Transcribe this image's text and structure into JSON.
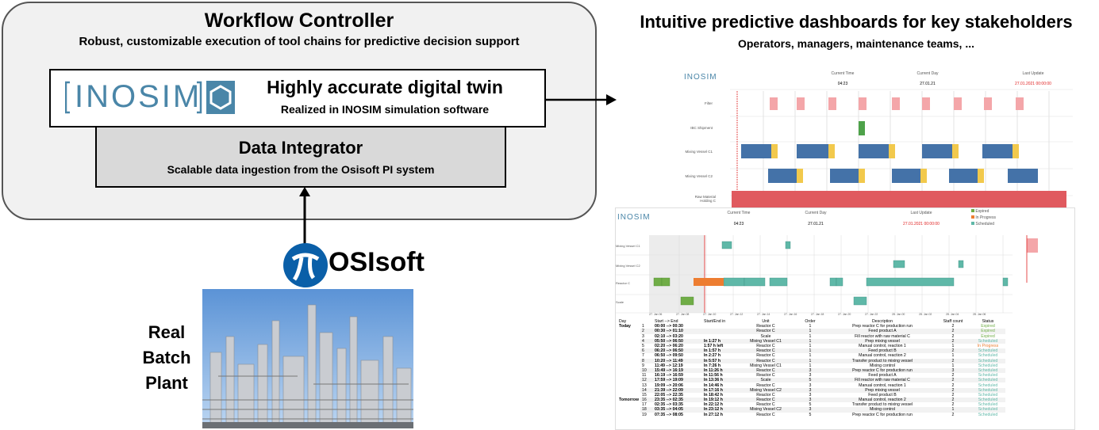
{
  "workflow": {
    "title": "Workflow Controller",
    "subtitle": "Robust, customizable execution of tool chains for predictive decision support"
  },
  "twin": {
    "logo": "INOSIM",
    "title": "Highly accurate digital twin",
    "subtitle": "Realized in INOSIM simulation software"
  },
  "integrator": {
    "title": "Data Integrator",
    "subtitle": "Scalable data ingestion from the Osisoft PI system"
  },
  "osisoft": {
    "logo": "OSIsoft"
  },
  "plant": {
    "line1": "Real",
    "line2": "Batch",
    "line3": "Plant"
  },
  "dashboards": {
    "title": "Intuitive predictive dashboards for key stakeholders",
    "subtitle": "Operators, managers, maintenance teams, ..."
  },
  "gantt1": {
    "logo": "INOSIM",
    "current_time_label": "Current Time",
    "current_time": "04:23",
    "current_day_label": "Current Day",
    "current_day": "27.01.21",
    "last_update_label": "Last Update",
    "last_update": "27.01.2021 00:00:00",
    "rows": [
      "Filter",
      "IBC Shipment",
      "Mixing Vessel C1",
      "Mixing Vessel C2",
      "Raw Material Holding C"
    ]
  },
  "gantt2": {
    "logo": "INOSIM",
    "current_time_label": "Current Time",
    "current_time": "04:23",
    "current_day_label": "Current Day",
    "current_day": "27.01.21",
    "last_update_label": "Last Update",
    "last_update": "27.01.2021 00:00:00",
    "legend": [
      {
        "label": "Expired",
        "color": "#70ad47"
      },
      {
        "label": "In Progress",
        "color": "#ed7d31"
      },
      {
        "label": "Scheduled",
        "color": "#5fb8a8"
      }
    ],
    "rows": [
      "Mixing Vessel C1",
      "Mixing Vessel C2",
      "Reactor C",
      "Scale"
    ],
    "axis_ticks": [
      "27. Jan 06",
      "27. Jan 08",
      "27. Jan 10",
      "27. Jan 12",
      "27. Jan 14",
      "27. Jan 16",
      "27. Jan 18",
      "27. Jan 20",
      "27. Jan 22",
      "28. Jan 00",
      "28. Jan 02",
      "28. Jan 04",
      "28. Jan 06"
    ]
  },
  "schedule": {
    "headers": [
      "Day",
      "",
      "Start --> End",
      "Start/End in",
      "Unit",
      "Order",
      "Description",
      "Staff count",
      "Status"
    ],
    "day_labels": {
      "0": "Today",
      "15": "Tomorrow"
    },
    "rows": [
      [
        "1",
        "00:00 --> 00:30",
        "",
        "Reactor C",
        "1",
        "Prep reactor C for production run",
        "2",
        "Expired"
      ],
      [
        "2",
        "00:30 --> 01:10",
        "",
        "Reactor C",
        "1",
        "Feed product A",
        "2",
        "Expired"
      ],
      [
        "3",
        "02:10 --> 03:20",
        "",
        "Scale",
        "1",
        "Fill reactor with raw material C",
        "2",
        "Expired"
      ],
      [
        "4",
        "05:50 --> 06:50",
        "In 1:27 h",
        "Mixing Vessel C1",
        "1",
        "Prep mixing vessel",
        "2",
        "Scheduled"
      ],
      [
        "5",
        "02:20 --> 06:20",
        "1:57 h left",
        "Reactor C",
        "1",
        "Manual control, reaction 1",
        "1",
        "In Progress"
      ],
      [
        "6",
        "06:20 --> 06:50",
        "In 1:57 h",
        "Reactor C",
        "1",
        "Feed product B",
        "2",
        "Scheduled"
      ],
      [
        "7",
        "06:50 --> 09:50",
        "In 2:27 h",
        "Reactor C",
        "1",
        "Manual control, reaction 2",
        "1",
        "Scheduled"
      ],
      [
        "8",
        "10:20 --> 11:49",
        "In 5:57 h",
        "Reactor C",
        "1",
        "Transfer product to mixing vessel",
        "2",
        "Scheduled"
      ],
      [
        "9",
        "11:49 --> 12:19",
        "In 7:26 h",
        "Mixing Vessel C1",
        "1",
        "Mixing control",
        "1",
        "Scheduled"
      ],
      [
        "10",
        "15:49 --> 16:19",
        "In 11:26 h",
        "Reactor C",
        "3",
        "Prep reactor C for production run",
        "3",
        "Scheduled"
      ],
      [
        "11",
        "16:19 --> 16:59",
        "In 11:56 h",
        "Reactor C",
        "3",
        "Feed product A",
        "2",
        "Scheduled"
      ],
      [
        "12",
        "17:59 --> 19:09",
        "In 13:36 h",
        "Scale",
        "5",
        "Fill reactor with raw material C",
        "2",
        "Scheduled"
      ],
      [
        "13",
        "19:09 --> 20:06",
        "In 14:46 h",
        "Reactor C",
        "3",
        "Manual control, reaction 1",
        "2",
        "Scheduled"
      ],
      [
        "14",
        "21:39 --> 22:09",
        "In 17:16 h",
        "Mixing Vessel C2",
        "3",
        "Prep mixing vessel",
        "2",
        "Scheduled"
      ],
      [
        "15",
        "22:05 --> 22:35",
        "In 18:42 h",
        "Reactor C",
        "3",
        "Feed product B",
        "2",
        "Scheduled"
      ],
      [
        "16",
        "23:35 --> 02:35",
        "In 19:12 h",
        "Reactor C",
        "3",
        "Manual control, reaction 2",
        "2",
        "Scheduled"
      ],
      [
        "17",
        "02:35 --> 03:35",
        "In 22:12 h",
        "Reactor C",
        "5",
        "Transfer product to mixing vessel",
        "2",
        "Scheduled"
      ],
      [
        "18",
        "03:35 --> 04:05",
        "In 23:12 h",
        "Mixing Vessel C2",
        "3",
        "Mixing control",
        "1",
        "Scheduled"
      ],
      [
        "19",
        "07:35 --> 08:05",
        "In 27:12 h",
        "Reactor C",
        "5",
        "Prep reactor C for production run",
        "2",
        "Scheduled"
      ]
    ]
  },
  "colors": {
    "filter_bar": "#f4a6a9",
    "shipment_bar": "#4ea24a",
    "vessel_bar": "#4472a8",
    "vessel_tail": "#f2c94c",
    "holding_bar": "#e05a5f",
    "logo_blue": "#4a86a8",
    "expired": "#70ad47",
    "in_progress": "#ed7d31",
    "scheduled": "#5fb8a8"
  },
  "icons": [
    "hexagon-logo-icon",
    "osisoft-logo-icon",
    "plant-photo",
    "arrow-right-icon",
    "arrow-up-icon"
  ]
}
